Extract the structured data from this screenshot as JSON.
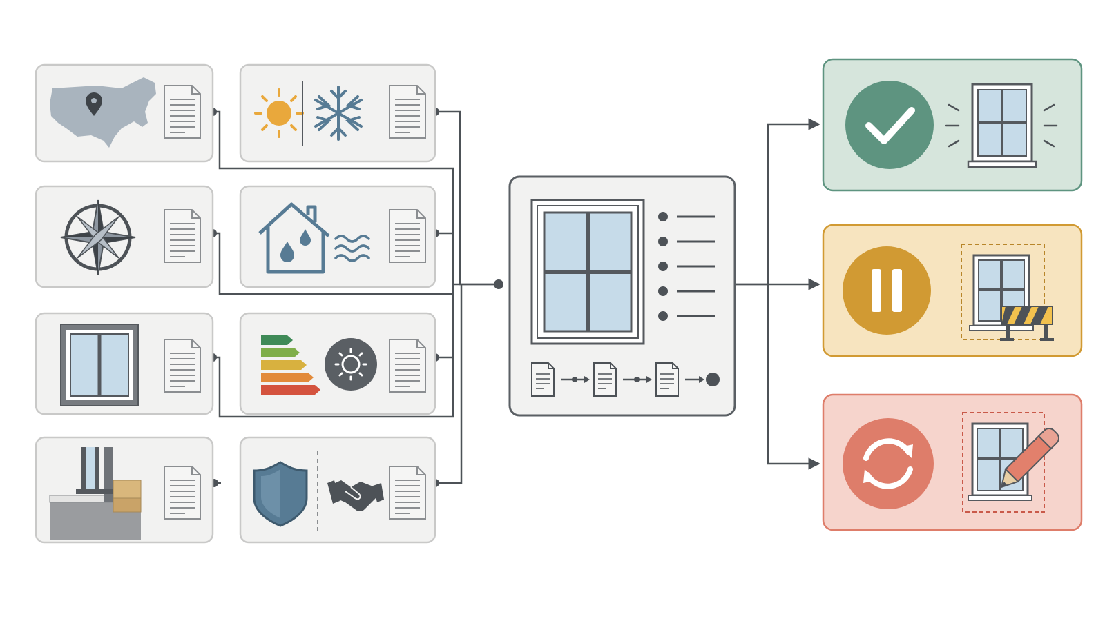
{
  "diagram": {
    "inputs": [
      {
        "id": "location",
        "icons": [
          "us-map-icon",
          "location-pin-icon",
          "document-icon"
        ]
      },
      {
        "id": "climate",
        "icons": [
          "sun-icon",
          "snowflake-icon",
          "document-icon"
        ]
      },
      {
        "id": "orientation",
        "icons": [
          "compass-icon",
          "document-icon"
        ]
      },
      {
        "id": "moisture",
        "icons": [
          "house-icon",
          "water-drop-icon",
          "humidity-waves-icon",
          "document-icon"
        ]
      },
      {
        "id": "window-frame",
        "icons": [
          "window-frame-icon",
          "document-icon"
        ]
      },
      {
        "id": "energy",
        "icons": [
          "energy-rating-icon",
          "solar-gauge-icon",
          "document-icon"
        ]
      },
      {
        "id": "installation-detail",
        "icons": [
          "wall-section-icon",
          "document-icon"
        ]
      },
      {
        "id": "warranty",
        "icons": [
          "shield-icon",
          "handshake-icon",
          "document-icon"
        ]
      }
    ],
    "center": {
      "icons": [
        "window-icon",
        "checklist-icon",
        "document-chain-icon"
      ]
    },
    "outcomes": [
      {
        "id": "approved",
        "icons": [
          "checkmark-icon",
          "window-icon"
        ],
        "color": "#5e9480",
        "bg": "#d6e5dc"
      },
      {
        "id": "paused",
        "icons": [
          "pause-icon",
          "window-icon",
          "barrier-icon"
        ],
        "color": "#d19a33",
        "bg": "#f7e4bf"
      },
      {
        "id": "revise",
        "icons": [
          "refresh-icon",
          "window-icon",
          "pencil-icon"
        ],
        "color": "#de7d6a",
        "bg": "#f6d4cc"
      }
    ],
    "colors": {
      "card_bg": "#f2f2f1",
      "card_border": "#c9c9c8",
      "line": "#4d5257",
      "glass": "#c6dbe9",
      "frame": "#777b80",
      "blue_icon": "#577b94",
      "sun": "#e9a83c"
    }
  }
}
